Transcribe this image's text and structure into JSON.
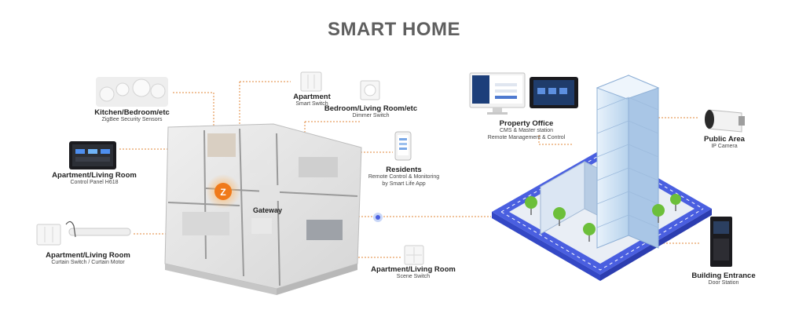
{
  "title": "SMART HOME",
  "labels": {
    "kitchen": {
      "heading": "Kitchen/Bedroom/etc",
      "sub": "ZigBee Security Sensors"
    },
    "apt_switch": {
      "heading": "Apartment",
      "sub": "Smart Switch"
    },
    "bedroom_dimmer": {
      "heading": "Bedroom/Living Room/etc",
      "sub": "Dimmer Switch"
    },
    "control_panel": {
      "heading": "Apartment/Living Room",
      "sub": "Control Panel H618"
    },
    "residents": {
      "heading": "Residents",
      "sub1": "Remote Control & Monitoring",
      "sub2": "by Smart Life App"
    },
    "gateway": "Gateway",
    "curtain": {
      "heading": "Apartment/Living Room",
      "sub": "Curtain Switch / Curtain Motor"
    },
    "scene": {
      "heading": "Apartment/Living Room",
      "sub": "Scene Switch"
    },
    "property": {
      "heading": "Property Office",
      "sub1": "CMS & Master station",
      "sub2": "Remote Management & Control"
    },
    "public": {
      "heading": "Public Area",
      "sub": "IP Camera"
    },
    "building": {
      "heading": "Building Entrance",
      "sub": "Door Station"
    }
  },
  "gateway_logo": "Z",
  "colors": {
    "title": "#5f5f5f",
    "accent": "#f07a1a",
    "road": "#4a5fe0",
    "building": "#cfe3f5"
  }
}
